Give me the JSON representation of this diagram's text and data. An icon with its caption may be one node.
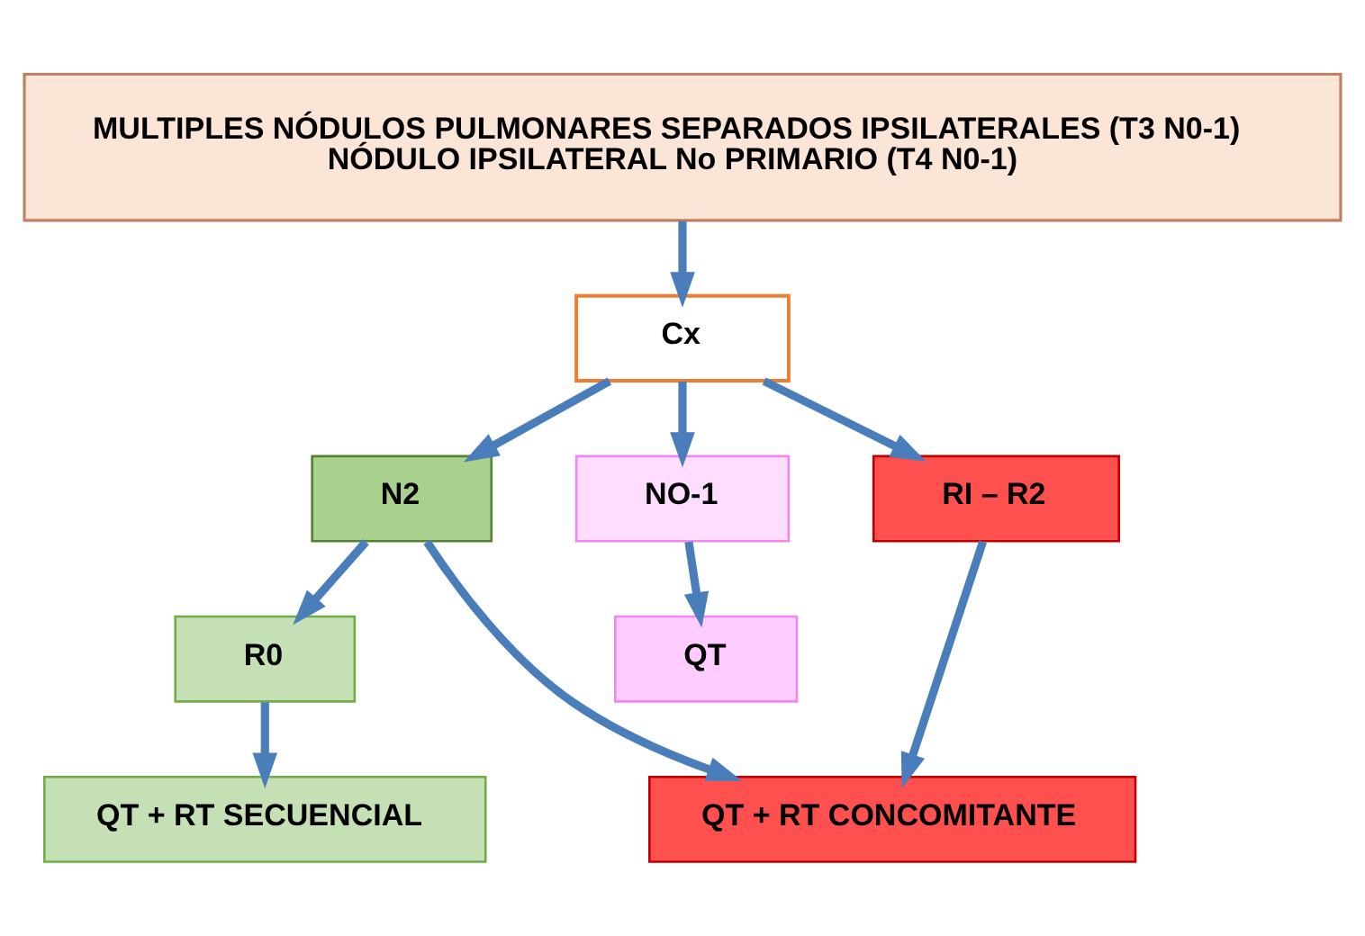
{
  "diagram": {
    "nodes": [
      {
        "text": [
          "MULTIPLES NÓDULOS PULMONARES SEPARADOS IPSILATERALES (T3 N0-1)",
          "NÓDULO IPSILATERAL No PRIMARIO (T4 N0-1)"
        ]
      },
      {
        "text": [
          "Cx"
        ]
      },
      {
        "text": [
          "N2"
        ]
      },
      {
        "text": [
          "NO-1"
        ]
      },
      {
        "text": [
          "RI – R2"
        ]
      },
      {
        "text": [
          "R0"
        ]
      },
      {
        "text": [
          "QT"
        ]
      },
      {
        "text": [
          "QT + RT SECUENCIAL"
        ]
      },
      {
        "text": [
          "QT + RT CONCOMITANTE"
        ]
      }
    ],
    "edges": [
      {
        "from": 0,
        "to": 1,
        "arrow": "to"
      },
      {
        "from": 1,
        "to": 2,
        "arrow": "to"
      },
      {
        "from": 1,
        "to": 4,
        "arrow": "to"
      },
      {
        "from": 1,
        "to": 3,
        "arrow": "to"
      },
      {
        "from": 2,
        "to": 5,
        "arrow": "to"
      },
      {
        "from": 2,
        "to": 8,
        "arrow": "to"
      },
      {
        "from": 4,
        "to": 8,
        "arrow": "to"
      },
      {
        "from": 3,
        "to": 6,
        "arrow": "to"
      },
      {
        "from": 5,
        "to": 7,
        "arrow": "to"
      }
    ]
  }
}
